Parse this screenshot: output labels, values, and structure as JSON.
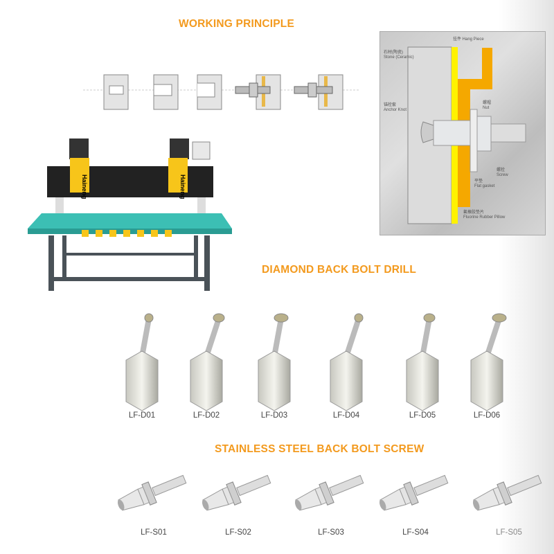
{
  "sections": {
    "working_principle": "WORKING PRINCIPLE",
    "drill": "DIAMOND BACK BOLT DRILL",
    "screw": "STAINLESS STEEL BACK BOLT SCREW"
  },
  "machine": {
    "brand": "Haineng"
  },
  "cross_section": {
    "hang_piece": "挂件 Hang Piece",
    "stone": "石材(陶瓷)",
    "stone_en": "Stone (Ceramic)",
    "anchor": "锚栓套",
    "anchor_en": "Anchor Knot",
    "nut": "螺帽",
    "nut_en": "Nut",
    "screw": "螺栓",
    "screw_en": "Screw",
    "gasket": "平垫",
    "gasket_en": "Flat gasket",
    "pillow": "氟橡胶垫片",
    "pillow_en": "Fluorine Rubber Pillow"
  },
  "drills": [
    "LF-D01",
    "LF-D02",
    "LF-D03",
    "LF-D04",
    "LF-D05",
    "LF-D06"
  ],
  "screws": [
    "LF-S01",
    "LF-S02",
    "LF-S03",
    "LF-S04",
    "LF-S05"
  ],
  "colors": {
    "accent": "#f39a1e",
    "yellow": "#f7d11a",
    "table": "#3cbfb4",
    "frame": "#4a5258"
  }
}
